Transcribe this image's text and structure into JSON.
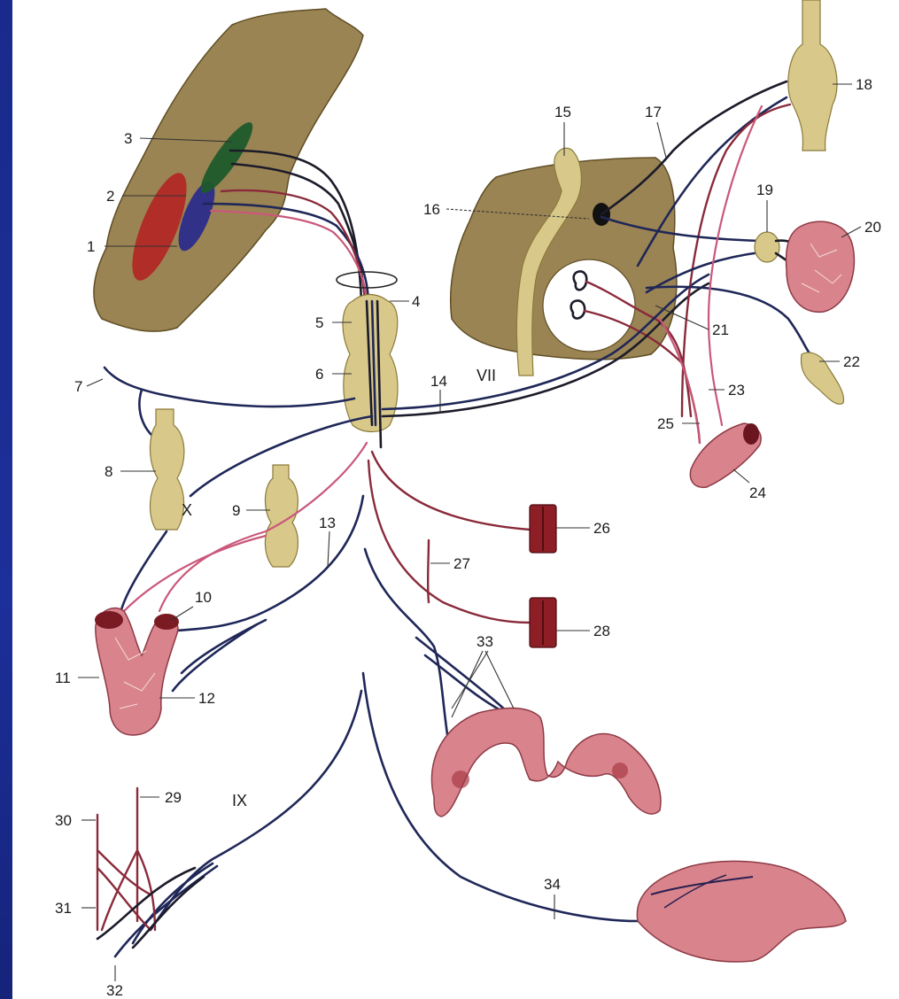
{
  "labels": [
    {
      "id": "n1",
      "text": "1"
    },
    {
      "id": "n2",
      "text": "2"
    },
    {
      "id": "n3",
      "text": "3"
    },
    {
      "id": "n4",
      "text": "4"
    },
    {
      "id": "n5",
      "text": "5"
    },
    {
      "id": "n6",
      "text": "6"
    },
    {
      "id": "n7",
      "text": "7"
    },
    {
      "id": "n8",
      "text": "8"
    },
    {
      "id": "n9",
      "text": "9"
    },
    {
      "id": "n10",
      "text": "10"
    },
    {
      "id": "n11",
      "text": "11"
    },
    {
      "id": "n12",
      "text": "12"
    },
    {
      "id": "n13",
      "text": "13"
    },
    {
      "id": "n14",
      "text": "14"
    },
    {
      "id": "n15",
      "text": "15"
    },
    {
      "id": "n16",
      "text": "16"
    },
    {
      "id": "n17",
      "text": "17"
    },
    {
      "id": "n18",
      "text": "18"
    },
    {
      "id": "n19",
      "text": "19"
    },
    {
      "id": "n20",
      "text": "20"
    },
    {
      "id": "n21",
      "text": "21"
    },
    {
      "id": "n22",
      "text": "22"
    },
    {
      "id": "n23",
      "text": "23"
    },
    {
      "id": "n24",
      "text": "24"
    },
    {
      "id": "n25",
      "text": "25"
    },
    {
      "id": "n26",
      "text": "26"
    },
    {
      "id": "n27",
      "text": "27"
    },
    {
      "id": "n28",
      "text": "28"
    },
    {
      "id": "n29",
      "text": "29"
    },
    {
      "id": "n30",
      "text": "30"
    },
    {
      "id": "n31",
      "text": "31"
    },
    {
      "id": "n32",
      "text": "32"
    },
    {
      "id": "n33",
      "text": "33"
    },
    {
      "id": "n34",
      "text": "34"
    }
  ],
  "roman": {
    "vii": "VII",
    "x": "X",
    "ix": "IX"
  },
  "colors": {
    "slide_background": "#1b2a86",
    "brainstem": "#9b8453",
    "ganglion": "#d8c98a",
    "motor_nerve": "#1f2758",
    "parasympathetic_nerve": "#8a2a3a",
    "sensory_nerve": "#c9587a",
    "gland_tissue": "#d9848c",
    "muscle": "#8e1e26"
  }
}
